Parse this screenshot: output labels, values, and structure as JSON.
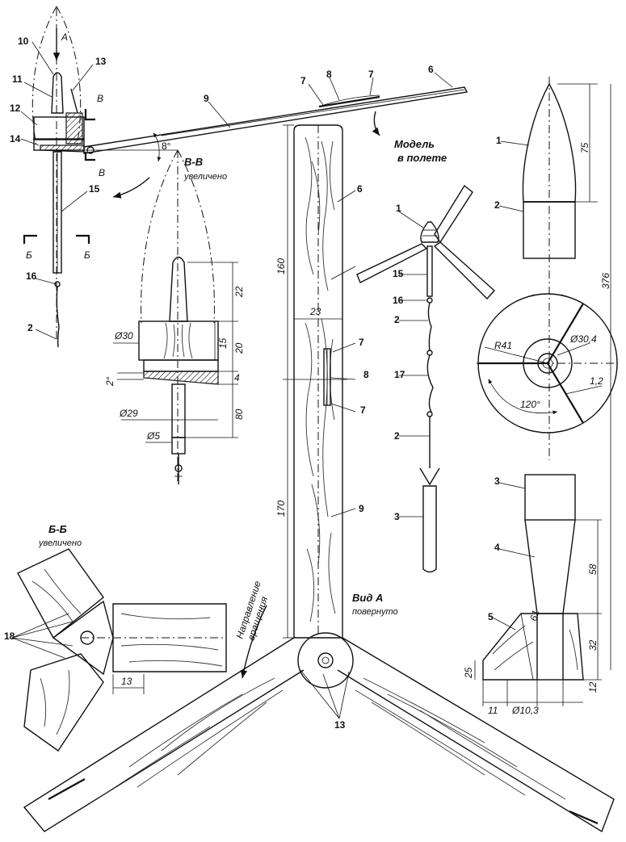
{
  "parts": {
    "p1": "1",
    "p2": "2",
    "p3": "3",
    "p4": "4",
    "p5": "5",
    "p6": "6",
    "p7": "7",
    "p8": "8",
    "p9": "9",
    "p10": "10",
    "p11": "11",
    "p12": "12",
    "p13": "13",
    "p14": "14",
    "p15": "15",
    "p16": "16",
    "p17": "17",
    "p18": "18"
  },
  "labels": {
    "view_a_arrow": "A",
    "section_b": "B",
    "section_b_lower": "B",
    "section_bb_mark_left": "Б",
    "section_bb_mark_right": "Б",
    "angle_8": "8°",
    "section_bv_title": "В-В",
    "section_bv_sub": "увеличено",
    "section_bb_title": "Б-Б",
    "section_bb_sub": "увеличено",
    "model_flight_1": "Модель",
    "model_flight_2": "в полете",
    "rotation_1": "Направление",
    "rotation_2": "вращения",
    "view_a_title": "Вид А",
    "view_a_sub": "повернуто"
  },
  "dimensions": {
    "d22": "22",
    "d15": "15",
    "d20": "20",
    "d4": "4",
    "d80": "80",
    "d_phi30": "Ø30",
    "d_phi29": "Ø29",
    "d_phi5": "Ø5",
    "d2deg": "2°",
    "d160": "160",
    "d23": "23",
    "d170": "170",
    "d75": "75",
    "d376": "376",
    "d_r41": "R41",
    "d_phi304": "Ø30,4",
    "d12_thk": "1,2",
    "d120": "120°",
    "d58": "58",
    "d61": "61",
    "d32": "32",
    "d25": "25",
    "d12": "12",
    "d11": "11",
    "d_phi103": "Ø10,3",
    "d13": "13"
  }
}
